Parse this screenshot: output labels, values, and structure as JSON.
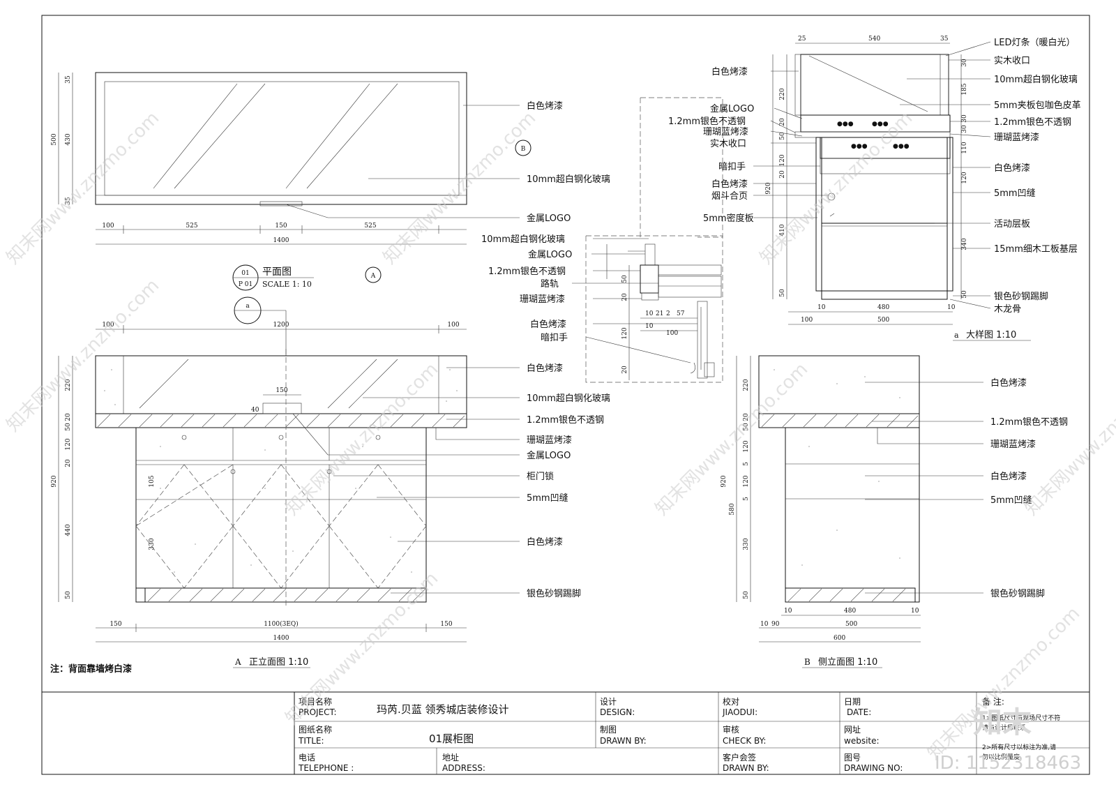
{
  "plan": {
    "title": "平面图",
    "ref_no": "01",
    "ref_sheet": "P 01",
    "scale": "SCALE 1: 10",
    "dims_h": [
      "100",
      "525",
      "150",
      "525",
      "1400"
    ],
    "dims_v": [
      "35",
      "430",
      "35",
      "500"
    ],
    "labels": [
      "白色烤漆",
      "10mm超白钢化玻璃",
      "金属LOGO"
    ],
    "marker_b": "B",
    "marker_a": "A"
  },
  "front": {
    "title": "正立面图 1:10",
    "tag": "A",
    "section_marker": "a",
    "dims_top": [
      "100",
      "1200",
      "100"
    ],
    "dims_v": [
      "220",
      "20",
      "50",
      "20",
      "120",
      "20",
      "440",
      "105",
      "330",
      "50",
      "920",
      "40"
    ],
    "logo_dim": "150",
    "dims_bottom": [
      "150",
      "1100(3EQ)",
      "150",
      "1400"
    ],
    "labels": [
      "白色烤漆",
      "10mm超白钢化玻璃",
      "1.2mm银色不透钢",
      "珊瑚蓝烤漆",
      "金属LOGO",
      "柜门锁",
      "5mm凹缝",
      "白色烤漆",
      "银色砂钢踢脚"
    ],
    "note": "注：背面靠墙烤白漆"
  },
  "detail_node": {
    "labels": [
      "10mm超白钢化玻璃",
      "金属LOGO",
      "1.2mm银色不透钢",
      "路轨",
      "珊瑚蓝烤漆",
      "白色烤漆",
      "暗扣手"
    ],
    "dims": [
      "50",
      "20",
      "10",
      "21",
      "2",
      "57",
      "10",
      "100",
      "120",
      "20"
    ]
  },
  "detail": {
    "title": "大样图 1:10",
    "tag": "a",
    "dims_top": [
      "25",
      "540",
      "35"
    ],
    "dims_v": [
      "220",
      "20",
      "50",
      "20",
      "120",
      "20",
      "920",
      "410",
      "50"
    ],
    "dims_right": [
      "30",
      "185",
      "30",
      "30",
      "110",
      "120",
      "340",
      "50"
    ],
    "dims_bottom": [
      "10",
      "480",
      "10",
      "100",
      "500"
    ],
    "left_labels": [
      "白色烤漆",
      "金属LOGO",
      "1.2mm银色不透钢",
      "珊瑚蓝烤漆",
      "实木收口",
      "暗扣手",
      "白色烤漆",
      "烟斗合页",
      "5mm密度板"
    ],
    "right_labels": [
      "LED灯条（暖白光）",
      "实木收口",
      "10mm超白钢化玻璃",
      "5mm夹板包咖色皮革",
      "1.2mm银色不透钢",
      "珊瑚蓝烤漆",
      "白色烤漆",
      "5mm凹缝",
      "活动层板",
      "15mm细木工板基层",
      "银色砂钢踢脚",
      "木龙骨"
    ]
  },
  "side": {
    "title": "侧立面图 1:10",
    "tag": "B",
    "dims_v": [
      "220",
      "20",
      "50",
      "20",
      "120",
      "5",
      "120",
      "5",
      "580",
      "330",
      "50",
      "920"
    ],
    "dims_bottom": [
      "10",
      "480",
      "10",
      "10",
      "90",
      "500",
      "600"
    ],
    "labels": [
      "白色烤漆",
      "1.2mm银色不透钢",
      "珊瑚蓝烤漆",
      "白色烤漆",
      "5mm凹缝",
      "银色砂钢踢脚"
    ]
  },
  "title_block": {
    "project_label": "项目名称",
    "project_label_en": "PROJECT:",
    "project_value": "玛芮.贝蓝 领秀城店装修设计",
    "title_label": "图纸名称",
    "title_label_en": "TITLE:",
    "title_value": "01展柜图",
    "phone_label": "电话",
    "phone_label_en": "TELEPHONE :",
    "address_label": "地址",
    "address_label_en": "ADDRESS:",
    "design_label": "设计",
    "design_label_en": "DESIGN:",
    "drawn_label": "制图",
    "drawn_label_en": "DRAWN BY:",
    "check_label": "校对",
    "check_label_en": "JIAODUI:",
    "review_label": "审核",
    "review_label_en": "CHECK BY:",
    "client_label": "客户会签",
    "client_label_en": "DRAWN BY:",
    "date_label": "日期",
    "date_label_en": "DATE:",
    "web_label": "网址",
    "web_label_en": "website:",
    "drawing_no_label": "图号",
    "drawing_no_label_en": "DRAWING NO:",
    "notes_label": "备 注:",
    "notes_line1": "1>图纸尺寸与现场尺寸不符",
    "notes_line2": "请与设计师联系.",
    "notes_line3": "2>所有尺寸以标注为准,请",
    "notes_line4": "勿以比例量度."
  },
  "watermark": {
    "text": "知末网www.znzmo.com",
    "logo": "知末",
    "id": "ID: 1152318463"
  }
}
